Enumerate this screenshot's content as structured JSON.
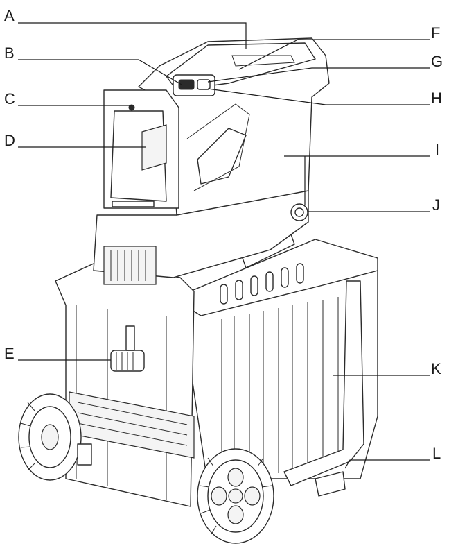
{
  "callouts": [
    {
      "letter": "A"
    },
    {
      "letter": "B"
    },
    {
      "letter": "C"
    },
    {
      "letter": "D"
    },
    {
      "letter": "E"
    },
    {
      "letter": "F"
    },
    {
      "letter": "G"
    },
    {
      "letter": "H"
    },
    {
      "letter": "I"
    },
    {
      "letter": "J"
    },
    {
      "letter": "K"
    },
    {
      "letter": "L"
    }
  ],
  "colors": {
    "ink": "#2b2b2b",
    "background": "#ffffff"
  }
}
